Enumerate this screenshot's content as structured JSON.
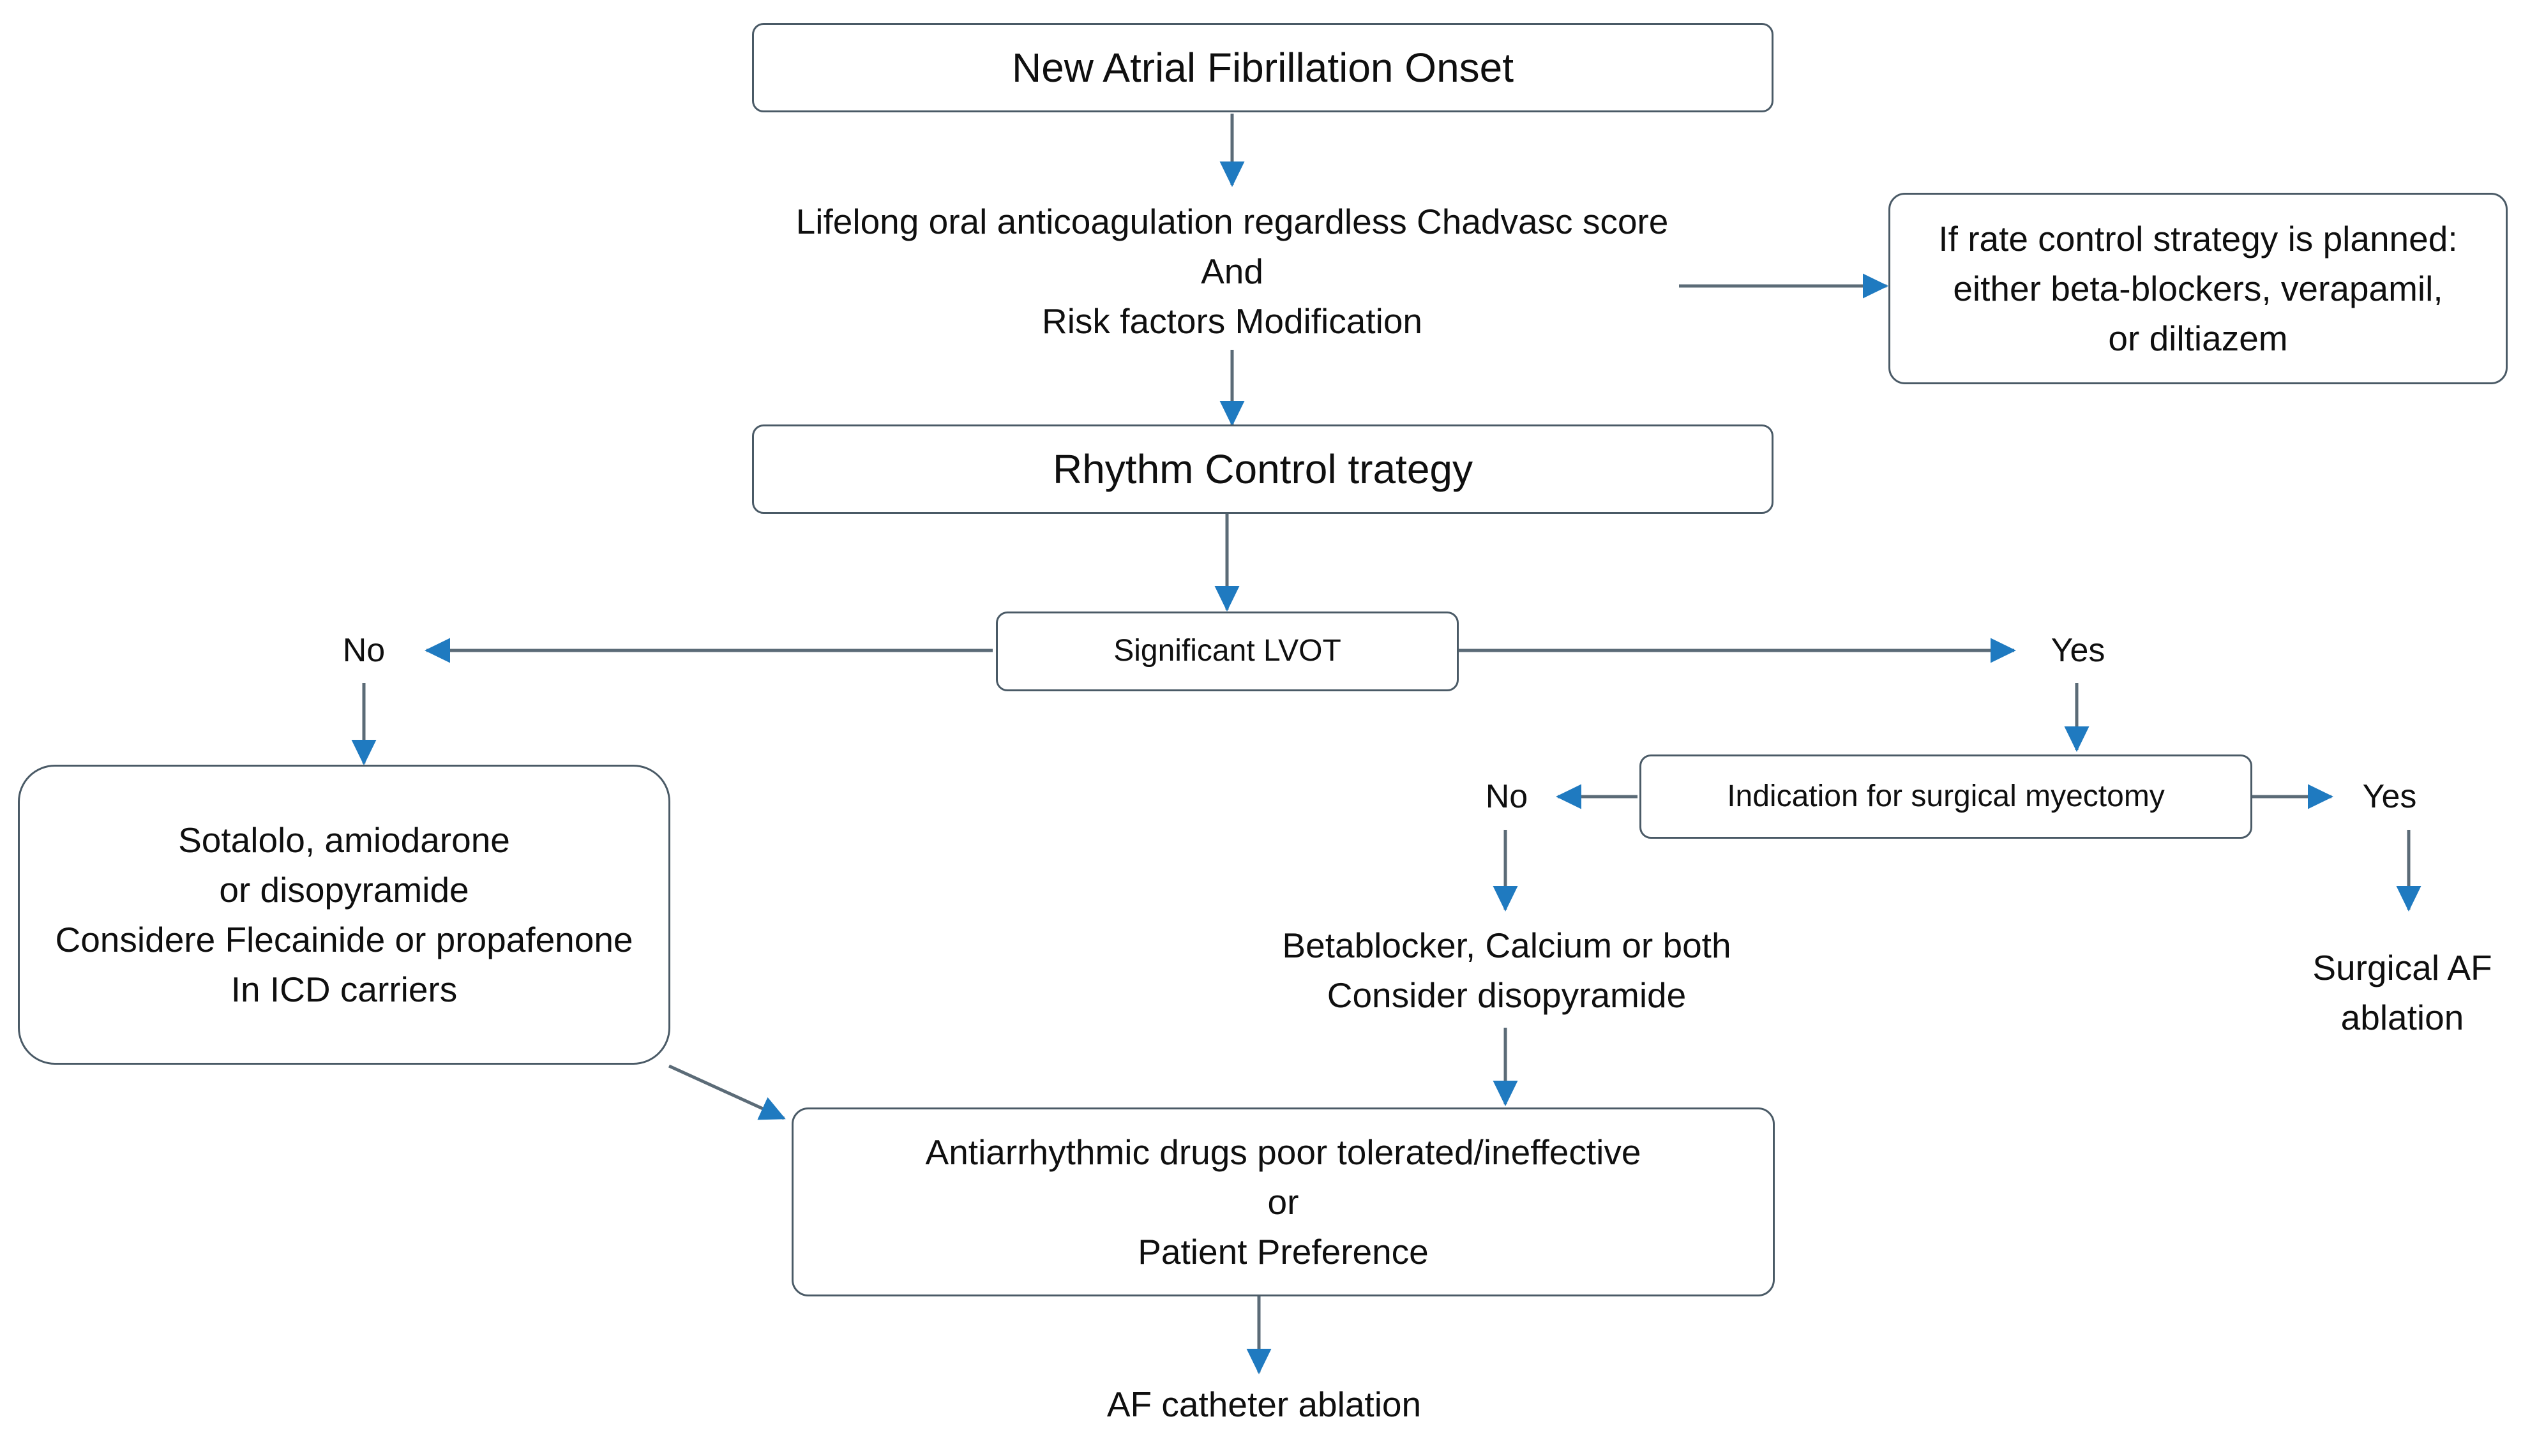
{
  "diagram": {
    "title": "New Atrial Fibrillation Onset Management Flowchart",
    "accent_color": "#1f7ac0",
    "box_border_color": "#4a5a66",
    "text_color": "#0f0f0f",
    "background_color": "#ffffff"
  },
  "nodes": {
    "onset": {
      "label": "New Atrial Fibrillation Onset",
      "shape": "rounded-rectangle"
    },
    "anticoagulation": {
      "line1": "Lifelong oral anticoagulation regardless Chadvasc score",
      "line2": "And",
      "line3": "Risk factors Modification",
      "shape": "plain-text"
    },
    "rate_control": {
      "line1": "If rate control strategy is planned:",
      "line2": "either beta-blockers, verapamil,",
      "line3": "or diltiazem",
      "shape": "rounded-rectangle"
    },
    "rhythm_control": {
      "label": "Rhythm Control trategy",
      "shape": "rounded-rectangle"
    },
    "significant_lvot": {
      "label": "Significant LVOT",
      "shape": "rounded-rectangle"
    },
    "lvot_no": {
      "label": "No"
    },
    "lvot_yes": {
      "label": "Yes"
    },
    "antiarrhythmics": {
      "line1": "Sotalolo, amiodarone",
      "line2": "or disopyramide",
      "line3": "Considere Flecainide or propafenone",
      "line4": "In ICD carriers",
      "shape": "rounded-rectangle"
    },
    "myectomy": {
      "label": "Indication for surgical myectomy",
      "shape": "rounded-rectangle"
    },
    "myectomy_no": {
      "label": "No"
    },
    "myectomy_yes": {
      "label": "Yes"
    },
    "betablocker": {
      "line1": "Betablocker, Calcium or both",
      "line2": "Consider disopyramide",
      "shape": "plain-text"
    },
    "surgical_af_ablation": {
      "line1": "Surgical AF",
      "line2": "ablation",
      "shape": "plain-text"
    },
    "poor_tolerated": {
      "line1": "Antiarrhythmic drugs poor tolerated/ineffective",
      "line2": "or",
      "line3": "Patient Preference",
      "shape": "rounded-rectangle"
    },
    "af_catheter_ablation": {
      "label": "AF catheter ablation",
      "shape": "plain-text"
    }
  },
  "edges": [
    {
      "id": "onset-to-anticoagulation",
      "from": "onset",
      "to": "anticoagulation",
      "direction": "down"
    },
    {
      "id": "anticoagulation-to-rate-control",
      "from": "anticoagulation",
      "to": "rate_control",
      "direction": "right"
    },
    {
      "id": "anticoagulation-to-rhythm-control",
      "from": "anticoagulation",
      "to": "rhythm_control",
      "direction": "down"
    },
    {
      "id": "rhythm-control-to-lvot",
      "from": "rhythm_control",
      "to": "significant_lvot",
      "direction": "down"
    },
    {
      "id": "lvot-to-no",
      "from": "significant_lvot",
      "to": "lvot_no",
      "direction": "left"
    },
    {
      "id": "lvot-to-yes",
      "from": "significant_lvot",
      "to": "lvot_yes",
      "direction": "right"
    },
    {
      "id": "no-to-antiarrhythmics",
      "from": "lvot_no",
      "to": "antiarrhythmics",
      "direction": "down"
    },
    {
      "id": "yes-to-myectomy",
      "from": "lvot_yes",
      "to": "myectomy",
      "direction": "down"
    },
    {
      "id": "myectomy-to-no",
      "from": "myectomy",
      "to": "myectomy_no",
      "direction": "left"
    },
    {
      "id": "myectomy-to-yes",
      "from": "myectomy",
      "to": "myectomy_yes",
      "direction": "right"
    },
    {
      "id": "myectomy-no-to-betablocker",
      "from": "myectomy_no",
      "to": "betablocker",
      "direction": "down"
    },
    {
      "id": "myectomy-yes-to-surgical-ablation",
      "from": "myectomy_yes",
      "to": "surgical_af_ablation",
      "direction": "down"
    },
    {
      "id": "betablocker-to-poor-tolerated",
      "from": "betablocker",
      "to": "poor_tolerated",
      "direction": "down"
    },
    {
      "id": "antiarrhythmics-to-poor-tolerated",
      "from": "antiarrhythmics",
      "to": "poor_tolerated",
      "direction": "diagonal-down-right"
    },
    {
      "id": "poor-tolerated-to-catheter-ablation",
      "from": "poor_tolerated",
      "to": "af_catheter_ablation",
      "direction": "down"
    }
  ]
}
